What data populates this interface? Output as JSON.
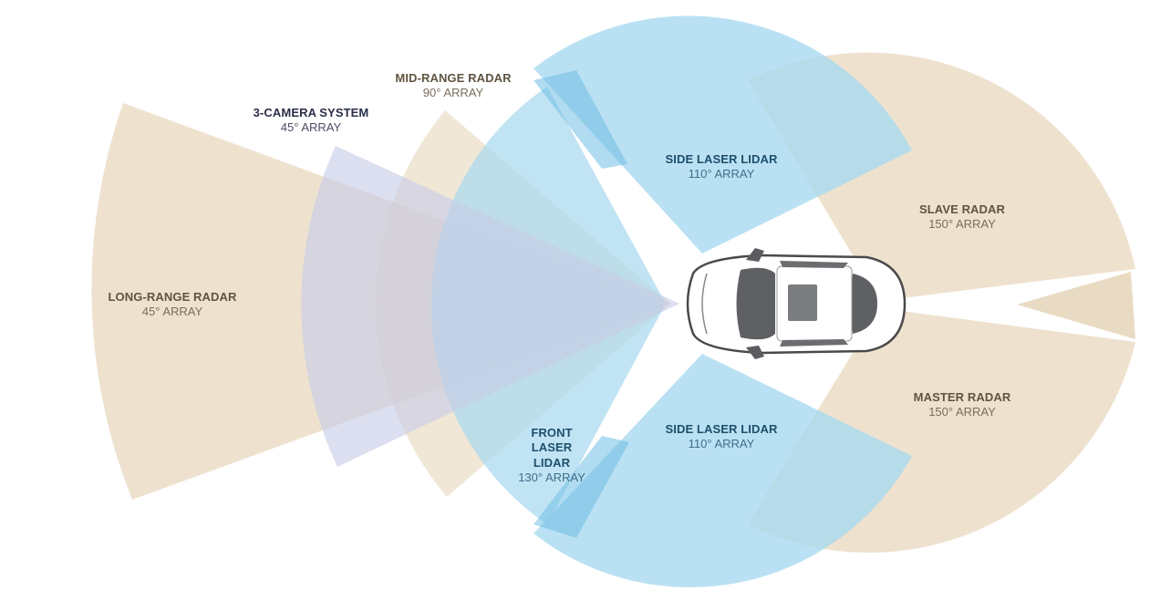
{
  "colors": {
    "radar": "#e7d7bd",
    "lidar": "#a7d8ef",
    "lidar_dark": "#6fbde3",
    "camera": "#c7cbe6",
    "car_body": "#ffffff",
    "car_outline": "#4a4a4a",
    "glass": "#5e6064"
  },
  "sensors": {
    "long_range_radar": {
      "name": "LONG-RANGE RADAR",
      "array": "45° ARRAY"
    },
    "camera_system": {
      "name": "3-CAMERA SYSTEM",
      "array": "45° ARRAY"
    },
    "mid_range_radar": {
      "name": "MID-RANGE RADAR",
      "array": "90° ARRAY"
    },
    "side_lidar_top": {
      "name": "SIDE LASER LIDAR",
      "array": "110° ARRAY"
    },
    "side_lidar_bottom": {
      "name": "SIDE LASER LIDAR",
      "array": "110° ARRAY"
    },
    "front_lidar": {
      "name": "FRONT LASER LIDAR",
      "name_lines": [
        "FRONT",
        "LASER",
        "LIDAR"
      ],
      "array": "130° ARRAY"
    },
    "slave_radar": {
      "name": "SLAVE RADAR",
      "array": "150° ARRAY"
    },
    "master_radar": {
      "name": "MASTER RADAR",
      "array": "150° ARRAY"
    }
  }
}
